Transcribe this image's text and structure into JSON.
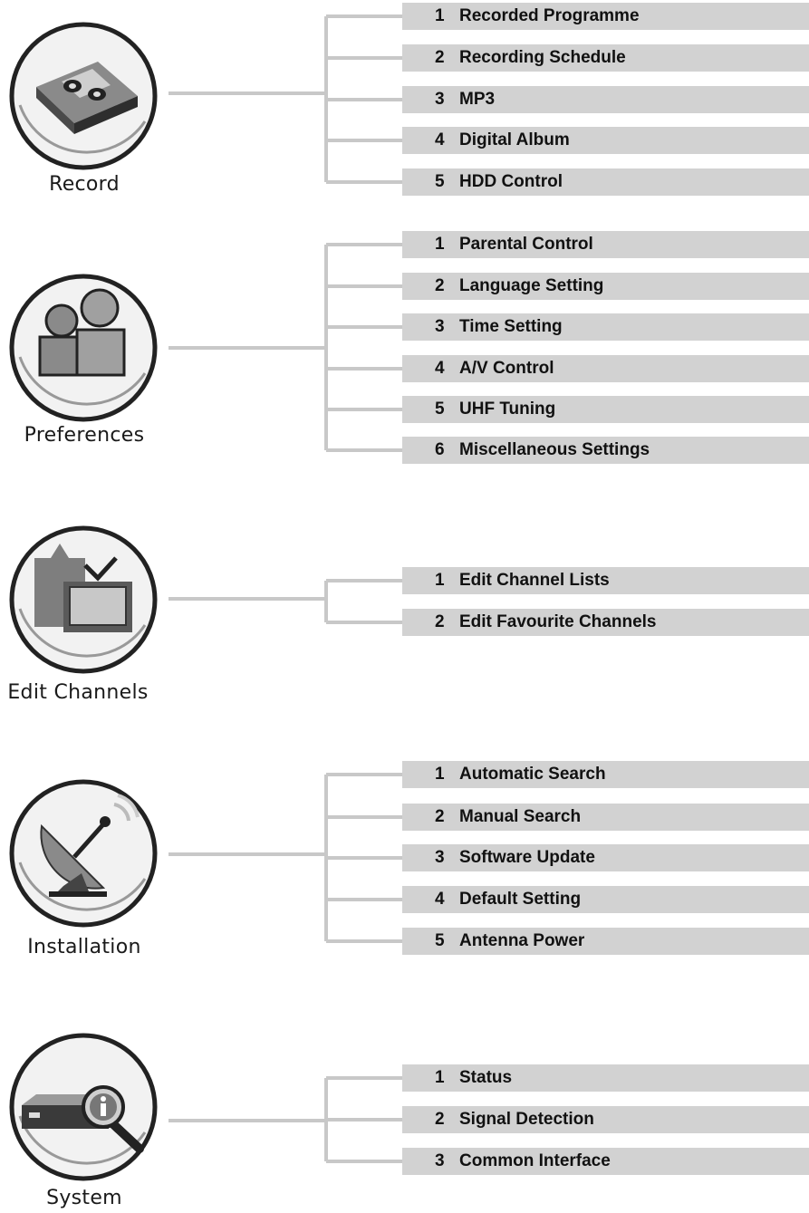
{
  "sections": [
    {
      "label": "Record",
      "icon": "record-cassette-icon",
      "items": [
        {
          "num": "1",
          "label": "Recorded Programme"
        },
        {
          "num": "2",
          "label": "Recording Schedule"
        },
        {
          "num": "3",
          "label": "MP3"
        },
        {
          "num": "4",
          "label": "Digital Album"
        },
        {
          "num": "5",
          "label": "HDD Control"
        }
      ]
    },
    {
      "label": "Preferences",
      "icon": "people-icon",
      "items": [
        {
          "num": "1",
          "label": "Parental Control"
        },
        {
          "num": "2",
          "label": "Language Setting"
        },
        {
          "num": "3",
          "label": "Time Setting"
        },
        {
          "num": "4",
          "label": "A/V Control"
        },
        {
          "num": "5",
          "label": "UHF Tuning"
        },
        {
          "num": "6",
          "label": "Miscellaneous Settings"
        }
      ]
    },
    {
      "label": "Edit Channels",
      "icon": "clipboard-tv-icon",
      "items": [
        {
          "num": "1",
          "label": "Edit Channel Lists"
        },
        {
          "num": "2",
          "label": "Edit Favourite Channels"
        }
      ]
    },
    {
      "label": "Installation",
      "icon": "satellite-dish-icon",
      "items": [
        {
          "num": "1",
          "label": "Automatic Search"
        },
        {
          "num": "2",
          "label": "Manual Search"
        },
        {
          "num": "3",
          "label": "Software Update"
        },
        {
          "num": "4",
          "label": "Default Setting"
        },
        {
          "num": "5",
          "label": "Antenna Power"
        }
      ]
    },
    {
      "label": "System",
      "icon": "settop-box-info-icon",
      "items": [
        {
          "num": "1",
          "label": "Status"
        },
        {
          "num": "2",
          "label": "Signal Detection"
        },
        {
          "num": "3",
          "label": "Common Interface"
        }
      ]
    }
  ]
}
